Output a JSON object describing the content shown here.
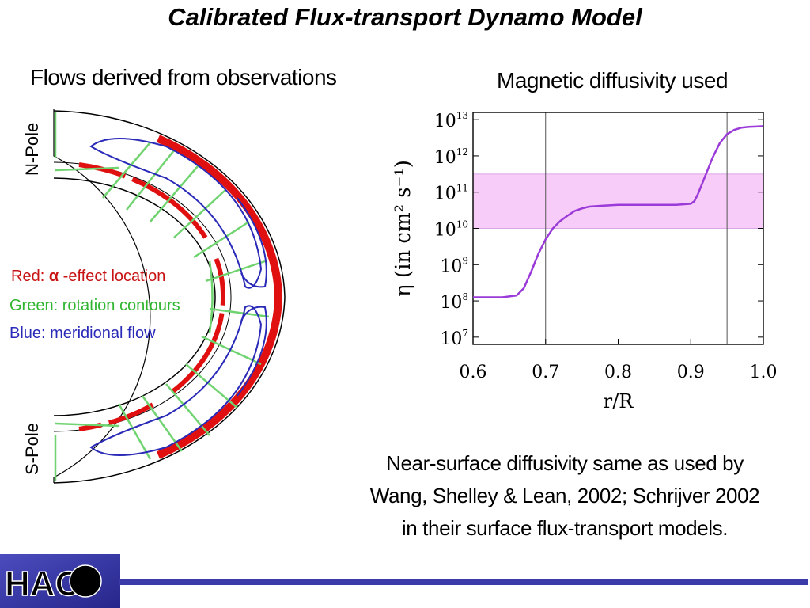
{
  "title": "Calibrated Flux-transport Dynamo Model",
  "left_panel": {
    "heading": "Flows derived from observations",
    "n_pole": "N-Pole",
    "s_pole": "S-Pole",
    "legend": {
      "red_label": "Red: ",
      "red_symbol": "α",
      "red_rest": " -effect location",
      "green": "Green: rotation contours",
      "blue": "Blue: meridional flow"
    },
    "colors": {
      "red": "#e01010",
      "green": "#6fd36f",
      "blue": "#2a2ab8",
      "red_text": "#c81414",
      "green_text": "#2fb52f",
      "blue_text": "#2a2ab8"
    }
  },
  "right_panel": {
    "heading": "Magnetic diffusivity used"
  },
  "chart_data": {
    "type": "line",
    "xlabel": "r/R",
    "ylabel": "η (in cm² s⁻¹)",
    "xlim": [
      0.6,
      1.0
    ],
    "ylim_log10": [
      6.8,
      13.2
    ],
    "log_y": true,
    "xticks": [
      "0.6",
      "0.7",
      "0.8",
      "0.9",
      "1.0"
    ],
    "xtick_values": [
      0.6,
      0.7,
      0.8,
      0.9,
      1.0
    ],
    "yticks": [
      {
        "base": "10",
        "exp": "13",
        "value": 13
      },
      {
        "base": "10",
        "exp": "12",
        "value": 12
      },
      {
        "base": "10",
        "exp": "11",
        "value": 11
      },
      {
        "base": "10",
        "exp": "10",
        "value": 10
      },
      {
        "base": "10",
        "exp": "9",
        "value": 9
      },
      {
        "base": "10",
        "exp": "8",
        "value": 8
      },
      {
        "base": "10",
        "exp": "7",
        "value": 7
      }
    ],
    "vertical_lines": [
      0.7,
      0.95
    ],
    "shaded_band_log10": [
      10.0,
      11.5
    ],
    "shaded_band_color": "#f8ccf8",
    "line_color": "#9a3ad8",
    "series": [
      {
        "x": [
          0.6,
          0.62,
          0.64,
          0.66,
          0.67,
          0.68,
          0.69,
          0.7,
          0.71,
          0.72,
          0.73,
          0.74,
          0.75,
          0.76,
          0.78,
          0.8,
          0.84,
          0.88,
          0.9,
          0.905,
          0.91,
          0.915,
          0.92,
          0.925,
          0.93,
          0.94,
          0.95,
          0.96,
          0.97,
          0.98,
          0.99,
          1.0
        ],
        "log10_y": [
          8.1,
          8.1,
          8.1,
          8.15,
          8.35,
          8.8,
          9.3,
          9.7,
          10.0,
          10.2,
          10.35,
          10.48,
          10.55,
          10.6,
          10.63,
          10.65,
          10.65,
          10.65,
          10.68,
          10.75,
          10.95,
          11.2,
          11.45,
          11.7,
          11.95,
          12.35,
          12.6,
          12.72,
          12.78,
          12.8,
          12.81,
          12.82
        ]
      }
    ]
  },
  "caption_lines": [
    "Near-surface diffusivity same as used by",
    "Wang, Shelley & Lean, 2002; Schrijver 2002",
    "in their surface flux-transport models."
  ],
  "logo": {
    "text": "HAO",
    "bg": "#2c2c9c",
    "footer_rule_color": "#3a3aa8"
  }
}
